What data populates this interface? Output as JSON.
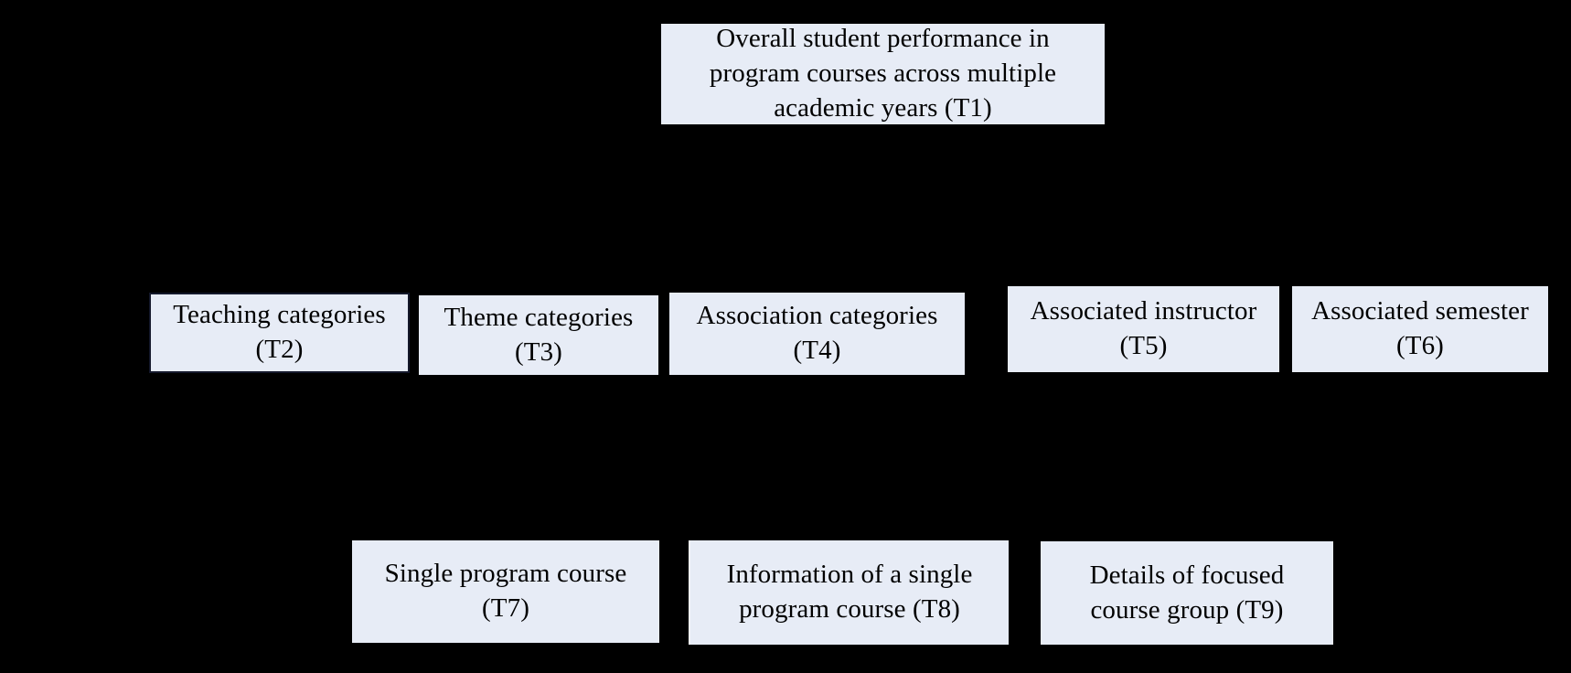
{
  "diagram": {
    "type": "hierarchy-tree",
    "background_color": "#000000",
    "node_fill_color": "#e7ecf6",
    "node_text_color": "#000000",
    "node_border_color": "#14182b",
    "levels": [
      {
        "level": 1,
        "nodes": [
          "T1"
        ]
      },
      {
        "level": 2,
        "nodes": [
          "T2",
          "T3",
          "T4",
          "T5",
          "T6"
        ]
      },
      {
        "level": 3,
        "nodes": [
          "T7",
          "T8",
          "T9"
        ]
      }
    ],
    "nodes": {
      "T1": {
        "id": "T1",
        "label": "Overall student performance in\nprogram courses across multiple\nacademic years (T1)",
        "text": "Overall student performance in program courses across multiple academic years",
        "tag": "T1"
      },
      "T2": {
        "id": "T2",
        "label": "Teaching categories\n(T2)",
        "text": "Teaching categories",
        "tag": "T2"
      },
      "T3": {
        "id": "T3",
        "label": "Theme categories\n(T3)",
        "text": "Theme categories",
        "tag": "T3"
      },
      "T4": {
        "id": "T4",
        "label": "Association categories\n(T4)",
        "text": "Association categories",
        "tag": "T4"
      },
      "T5": {
        "id": "T5",
        "label": "Associated instructor\n(T5)",
        "text": "Associated instructor",
        "tag": "T5"
      },
      "T6": {
        "id": "T6",
        "label": "Associated semester\n(T6)",
        "text": "Associated semester",
        "tag": "T6"
      },
      "T7": {
        "id": "T7",
        "label": "Single program course\n(T7)",
        "text": "Single program course",
        "tag": "T7"
      },
      "T8": {
        "id": "T8",
        "label": "Information of a single\nprogram course (T8)",
        "text": "Information of a single program course",
        "tag": "T8"
      },
      "T9": {
        "id": "T9",
        "label": "Details of focused\ncourse group (T9)",
        "text": "Details of focused course group",
        "tag": "T9"
      }
    }
  }
}
